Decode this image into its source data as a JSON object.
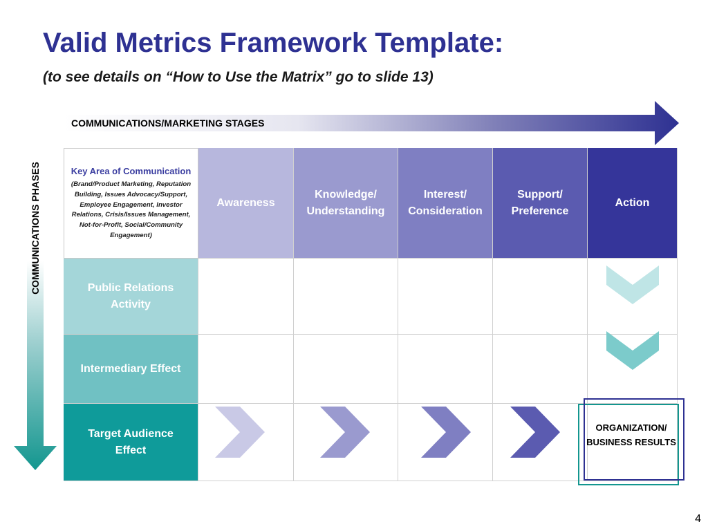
{
  "title": "Valid Metrics Framework Template:",
  "subtitle": "(to see details on “How to Use the Matrix” go to slide 13)",
  "stages_label": "COMMUNICATIONS/MARKETING STAGES",
  "phases_label": "COMMUNICATIONS PHASES",
  "matrix": {
    "key_area": {
      "title": "Key Area of Communication",
      "description": "(Brand/Product Marketing, Reputation Building, Issues Advocacy/Support, Employee Engagement, Investor Relations, Crisis/Issues Management, Not-for-Profit, Social/Community Engagement)"
    },
    "stages": [
      {
        "label": "Awareness",
        "color": "#b7b7dd"
      },
      {
        "label": "Knowledge/ Understanding",
        "color": "#9a9acf"
      },
      {
        "label": "Interest/ Consideration",
        "color": "#7f7fc2"
      },
      {
        "label": "Support/ Preference",
        "color": "#5b5bb0"
      },
      {
        "label": "Action",
        "color": "#35359a"
      }
    ],
    "phases": [
      {
        "label": "Public Relations Activity",
        "color": "#a4d6d9"
      },
      {
        "label": "Intermediary Effect",
        "color": "#70c1c3"
      },
      {
        "label": "Target Audience Effect",
        "color": "#0f9b9a"
      }
    ],
    "result": "ORGANIZATION/ BUSINESS RESULTS"
  },
  "colors": {
    "title": "#2e3192",
    "stage_arrow_end": "#2e3192",
    "phase_arrow_end": "#13968f"
  },
  "page_number": "4"
}
